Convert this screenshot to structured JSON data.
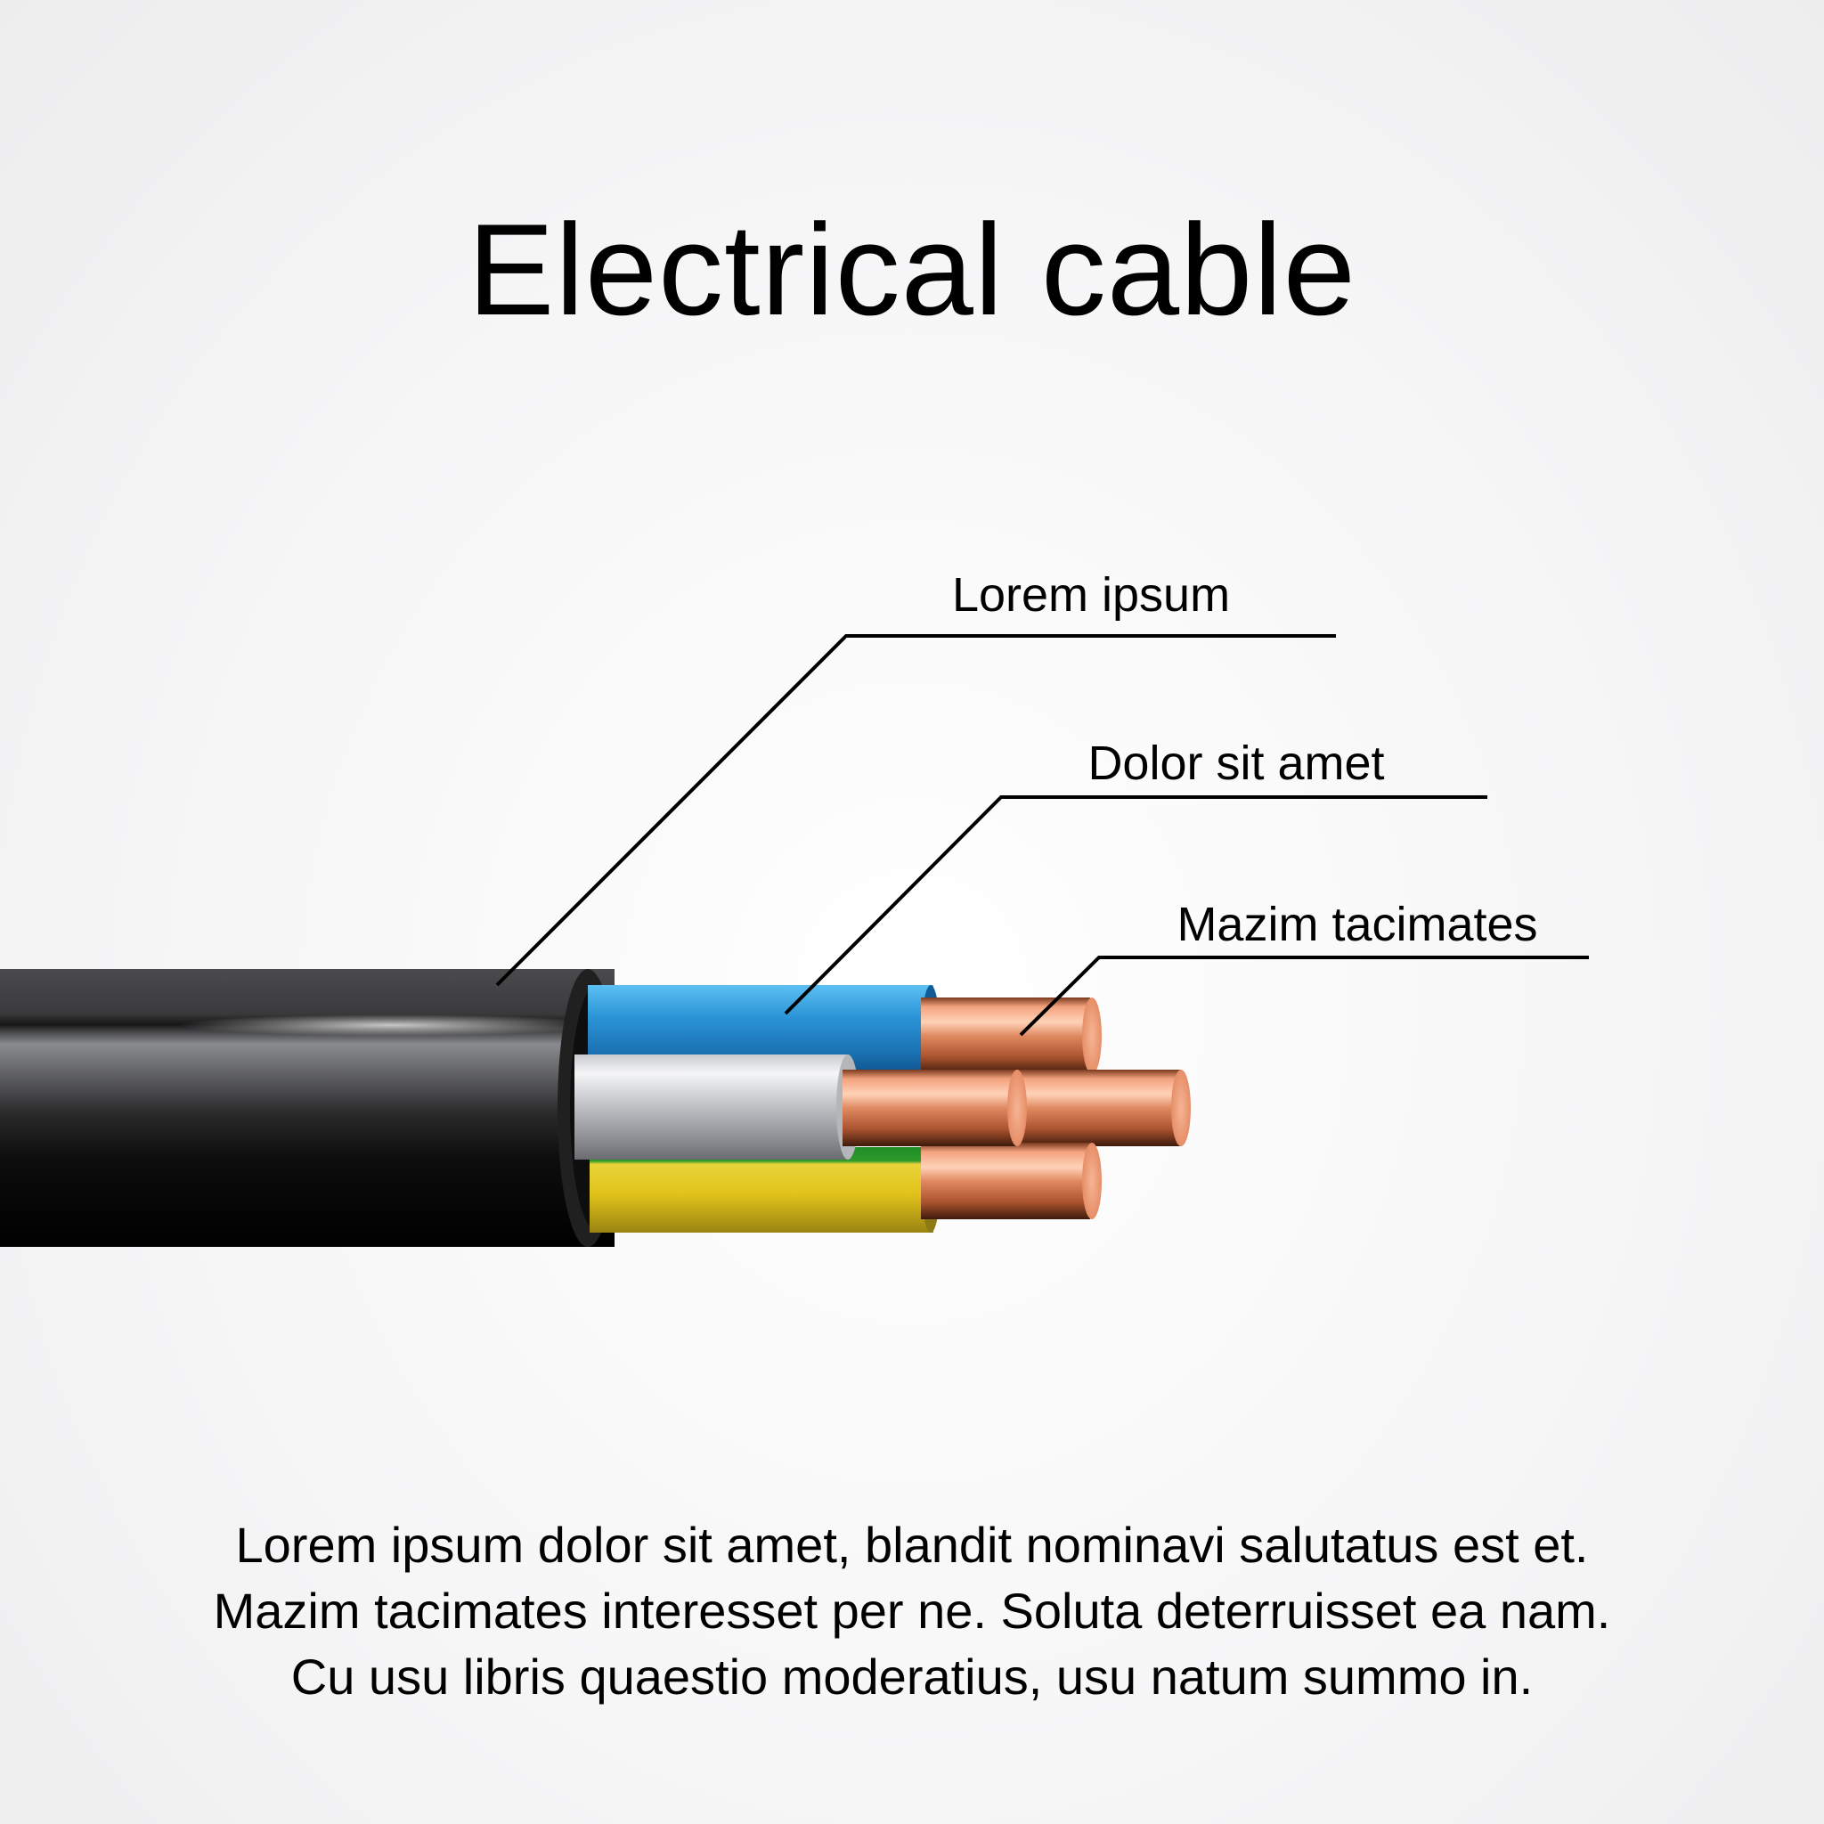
{
  "title": "Electrical cable",
  "callouts": [
    {
      "label": "Lorem ipsum",
      "points_to": "outer-sheath"
    },
    {
      "label": "Dolor sit amet",
      "points_to": "insulation"
    },
    {
      "label": "Mazim tacimates",
      "points_to": "copper-conductor"
    }
  ],
  "cable": {
    "sheath_color": "#1a1a1a",
    "wires": [
      {
        "insulation": "blue",
        "color": "#1f7fc4"
      },
      {
        "insulation": "grey",
        "color": "#b9bcc1"
      },
      {
        "insulation": "green-yellow",
        "color": "#e2c71d"
      }
    ],
    "conductor_color": "#e0825c"
  },
  "description": [
    "Lorem ipsum dolor sit amet, blandit nominavi salutatus est et.",
    "Mazim tacimates interesset per ne. Soluta deterruisset ea nam.",
    "Cu usu libris quaestio moderatius, usu natum summo in."
  ]
}
